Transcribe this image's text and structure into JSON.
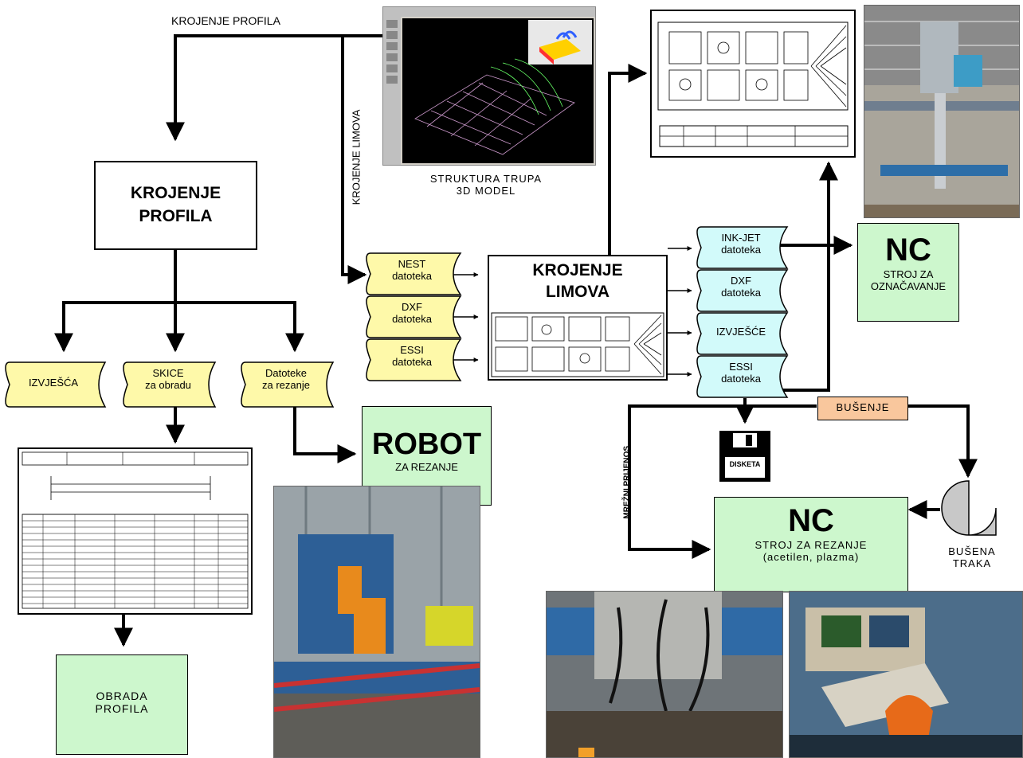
{
  "top_label": "KROJENJE PROFILA",
  "vertical_label_sheets": "KROJENJE LIMOVA",
  "model": {
    "caption_line1": "STRUKTURA TRUPA",
    "caption_line2": "3D MODEL"
  },
  "profiles_box": {
    "line1": "KROJENJE",
    "line2": "PROFILA"
  },
  "profile_docs": [
    {
      "line1": "IZVJEŠĆA",
      "line2": ""
    },
    {
      "line1": "SKICE",
      "line2": "za obradu"
    },
    {
      "line1": "Datoteke",
      "line2": "za rezanje"
    }
  ],
  "robot_box": {
    "title": "ROBOT",
    "subtitle": "ZA REZANJE"
  },
  "obrada_box": {
    "line1": "OBRADA",
    "line2": "PROFILA"
  },
  "input_files": [
    {
      "line1": "NEST",
      "line2": "datoteka"
    },
    {
      "line1": "DXF",
      "line2": "datoteka"
    },
    {
      "line1": "ESSI",
      "line2": "datoteka"
    }
  ],
  "sheets_box": {
    "line1": "KROJENJE",
    "line2": "LIMOVA"
  },
  "output_files": [
    {
      "line1": "INK-JET",
      "line2": "datoteka"
    },
    {
      "line1": "DXF",
      "line2": "datoteka"
    },
    {
      "line1": "IZVJEŠĆE",
      "line2": ""
    },
    {
      "line1": "ESSI",
      "line2": "datoteka"
    }
  ],
  "nc_marking": {
    "title": "NC",
    "line1": "STROJ ZA",
    "line2": "OZNAČAVANJE"
  },
  "busenje_label": "BUŠENJE",
  "disketa_label": "DISKETA",
  "network_label": "MREŽNI PRIJENOS",
  "tape": {
    "line1": "BUŠENA",
    "line2": "TRAKA"
  },
  "nc_cutting": {
    "title": "NC",
    "line1": "STROJ ZA REZANJE",
    "line2": "(acetilen, plazma)"
  },
  "colors": {
    "doc_yellow": "#fef9a9",
    "doc_cyan": "#d2fafa",
    "nc_green": "#cdf7cd",
    "busenje_orange": "#f9c79d",
    "tape_gray": "#c8c8c8",
    "model_bg": "#000000"
  },
  "icons": [
    "floppy-disk-icon",
    "tape-reel-icon",
    "arrow-icon"
  ]
}
